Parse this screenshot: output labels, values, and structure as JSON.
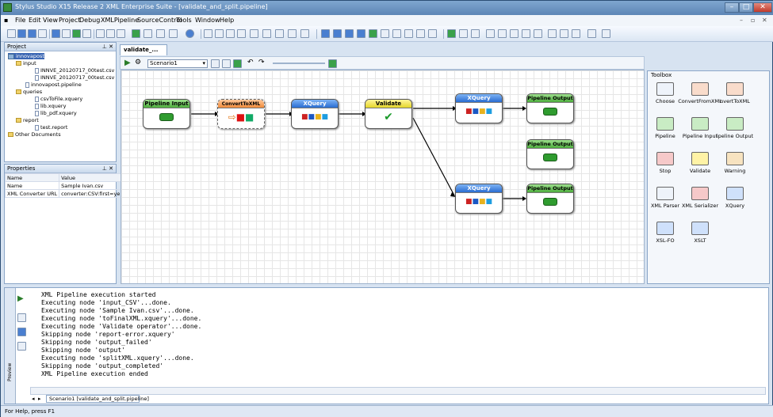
{
  "window": {
    "title": "Stylus Studio X15 Release 2 XML Enterprise Suite - [validate_and_split.pipeline]"
  },
  "menu": [
    "File",
    "Edit",
    "View",
    "Project",
    "Debug",
    "XMLPipeline",
    "SourceControl",
    "Tools",
    "Window",
    "Help"
  ],
  "doc_tab": {
    "label": "validate_..."
  },
  "scenario": {
    "value": "Scenario1"
  },
  "project_panel": {
    "title": "Project",
    "items": [
      "innovapost",
      "input",
      "INNVE_20120717_00test.csv",
      "INNVE_20120717_00test.csv",
      "innovapost.pipeline",
      "queries",
      "csvToFile.xquery",
      "lib.xquery",
      "lib_pdf.xquery",
      "report",
      "test.report",
      "Other Documents"
    ]
  },
  "properties_panel": {
    "title": "Properties",
    "headers": [
      "Name",
      "Value"
    ],
    "rows": [
      [
        "Name",
        "Sample Ivan.csv"
      ],
      [
        "XML Converter URL",
        "converter:CSV:first=ye..."
      ]
    ]
  },
  "nodes": {
    "pipeline_input": "Pipeline Input",
    "convert": "ConvertToXML",
    "xquery1": "XQuery",
    "validate": "Validate",
    "xquery2": "XQuery",
    "out1": "Pipeline Output",
    "out2": "Pipeline Output",
    "xquery3": "XQuery",
    "out3": "Pipeline Output"
  },
  "toolbox": {
    "title": "Toolbox",
    "items": [
      "Choose",
      "ConvertFromXML",
      "nvertToXML",
      "Pipeline",
      "Pipeline Input",
      "ipeline Output",
      "Stop",
      "Validate",
      "Warning",
      "XML Parser",
      "XML Serializer",
      "XQuery",
      "XSL-FO",
      "XSLT"
    ]
  },
  "output_panel": {
    "lines": [
      "XML Pipeline execution started",
      "Executing node 'input_CSV'...done.",
      "Executing node 'Sample Ivan.csv'...done.",
      "Executing node 'toFinalXML.xquery'...done.",
      "Executing node 'Validate operator'...done.",
      "Skipping node 'report-error.xquery'",
      "Skipping node 'output_failed'",
      "Skipping node 'output'",
      "Executing node 'splitXML.xquery'...done.",
      "Skipping node 'output_completed'",
      "XML Pipeline execution ended"
    ],
    "tab": "Scenario1 [validate_and_split.pipeline]",
    "side_label": "Preview"
  },
  "status": {
    "text": "For Help, press F1"
  }
}
